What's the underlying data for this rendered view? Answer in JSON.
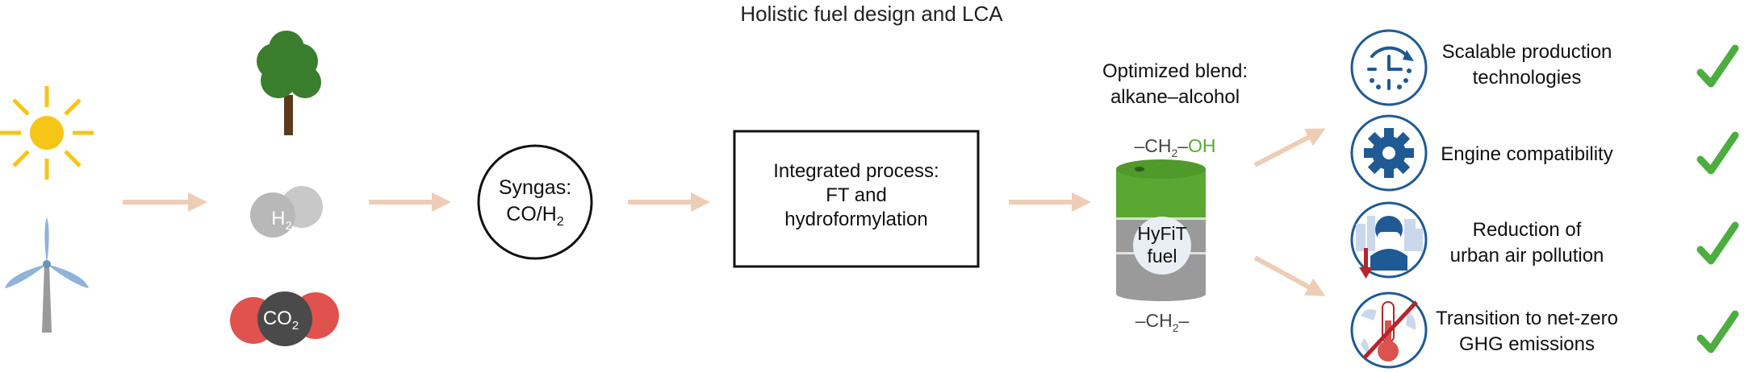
{
  "title": "Holistic fuel design and LCA",
  "inputs": {
    "h2_label": "H",
    "h2_sub": "2",
    "co2_label": "CO",
    "co2_sub": "2"
  },
  "syngas": {
    "line1": "Syngas:",
    "line2_main": "CO/H",
    "line2_sub": "2"
  },
  "process": {
    "line1": "Integrated process:",
    "line2": "FT and",
    "line3": "hydroformylation"
  },
  "blend": {
    "title_line1": "Optimized blend:",
    "title_line2": "alkane–alcohol",
    "top_prefix": "–CH",
    "top_sub": "2",
    "top_mid": "–",
    "top_oh": "OH",
    "bottom_prefix": "–CH",
    "bottom_sub": "2",
    "bottom_suffix": "–",
    "barrel_line1": "HyFiT",
    "barrel_line2": "fuel"
  },
  "benefits": [
    {
      "icon": "clock-icon",
      "line1": "Scalable production",
      "line2": "technologies"
    },
    {
      "icon": "gear-icon",
      "line1": "Engine compatibility",
      "line2": ""
    },
    {
      "icon": "face-mask-icon",
      "line1": "Reduction of",
      "line2": "urban air pollution"
    },
    {
      "icon": "crossed-thermometer-icon",
      "line1": "Transition to net-zero",
      "line2": "GHG emissions"
    }
  ],
  "colors": {
    "sun": "#f5c518",
    "tree_canopy": "#3a7d2c",
    "tree_trunk": "#5a3a1e",
    "turbine": "#8fb3d9",
    "tower": "#9a9a9a",
    "h2": "#b8b8b8",
    "co2_red": "#e0524d",
    "co2_dark": "#4a4a4a",
    "arrow": "#eecdb6",
    "barrel_green": "#5aa832",
    "barrel_grey": "#9a9a9a",
    "icon_blue": "#1f5a94",
    "check_green": "#4cae3f",
    "oh_green": "#5aa832"
  }
}
